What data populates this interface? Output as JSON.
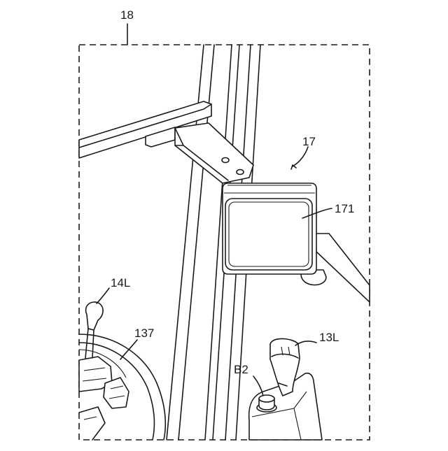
{
  "figure": {
    "labels": {
      "cab": "18",
      "monitor": "17",
      "screen": "171",
      "lever": "14L",
      "steering": "137",
      "joystick": "13L",
      "button": "B2"
    }
  }
}
